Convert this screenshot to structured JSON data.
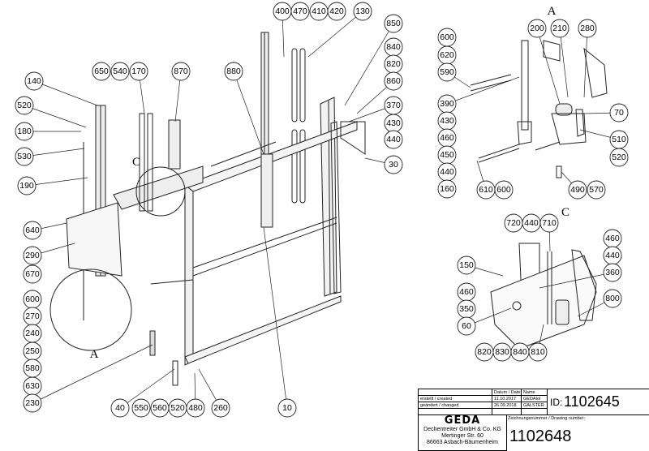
{
  "drawing": {
    "view_labels": {
      "main_a": "A",
      "main_c": "C",
      "detail_a": "A",
      "detail_c": "C"
    },
    "main_balloons": [
      "140",
      "520",
      "180",
      "530",
      "190",
      "640",
      "290",
      "670",
      "600",
      "270",
      "240",
      "250",
      "580",
      "630",
      "230",
      "650",
      "540",
      "170",
      "870",
      "880",
      "400",
      "470",
      "410",
      "420",
      "130",
      "850",
      "840",
      "820",
      "860",
      "370",
      "430",
      "440",
      "30",
      "40",
      "550",
      "560",
      "520",
      "480",
      "260",
      "10"
    ],
    "detail_a_balloons": [
      "200",
      "210",
      "280",
      "600",
      "620",
      "590",
      "390",
      "430",
      "460",
      "450",
      "440",
      "160",
      "610",
      "600",
      "490",
      "570",
      "70",
      "510",
      "520"
    ],
    "detail_c_balloons": [
      "720",
      "440",
      "710",
      "460",
      "440",
      "360",
      "800",
      "150",
      "460",
      "350",
      "60",
      "820",
      "830",
      "840",
      "810"
    ]
  },
  "title_block": {
    "col_date": "Datum / Date",
    "col_name": "Name",
    "row_created": "erstellt / created",
    "row_changed": "geändert / changed",
    "created_date": "11.10.2017",
    "created_name": "GEDAlol",
    "changed_date": "26.09.2018",
    "changed_name": "GALSTER",
    "id_label": "ID:",
    "id_value": "1102645",
    "logo": "GEDA",
    "company": "Dechentreiter GmbH & Co. KG",
    "street": "Mertinger Str. 60",
    "city": "86663 Asbach-Bäumenheim",
    "drawing_number_label": "Zeichnungsnummer / Drawing number:",
    "drawing_number": "1102648"
  }
}
